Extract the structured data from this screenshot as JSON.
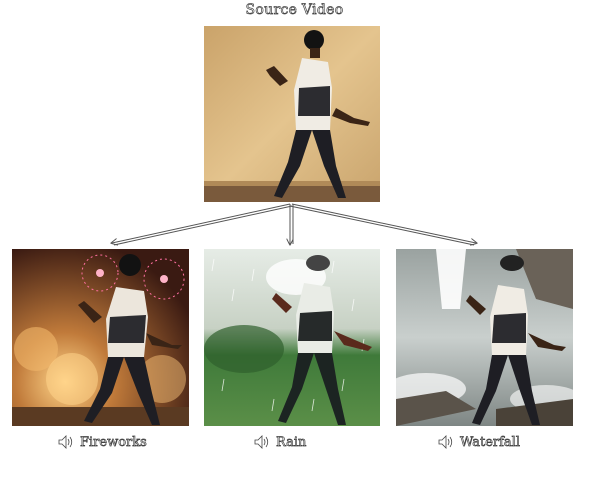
{
  "header": {
    "title": "Source Video"
  },
  "outputs": [
    {
      "label": "Fireworks",
      "icon": "speaker-icon"
    },
    {
      "label": "Rain",
      "icon": "speaker-icon"
    },
    {
      "label": "Waterfall",
      "icon": "speaker-icon"
    }
  ]
}
